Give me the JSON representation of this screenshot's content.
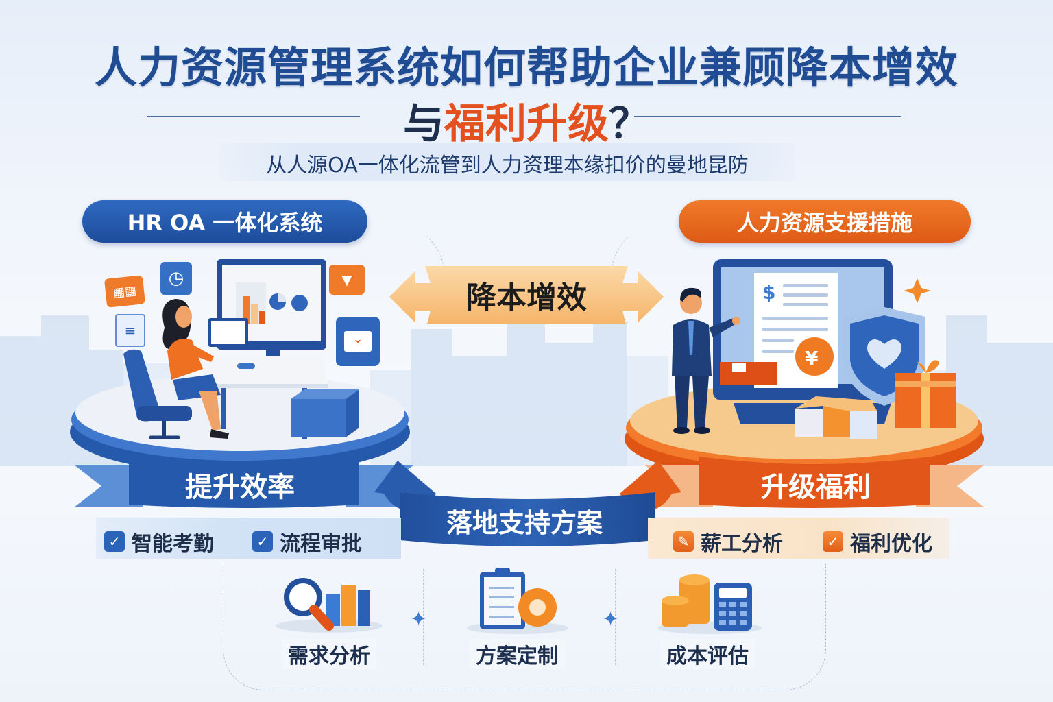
{
  "title": {
    "line1": "人力资源管理系统如何帮助企业兼顾降本增效",
    "line2_prefix": "与",
    "line2_accent": "福利升级",
    "line2_suffix": "？"
  },
  "subtitle": "从人源OA一体化流管到人力资理本缘扣价的曼地昆防",
  "left_panel": {
    "pill_label": "HR OA 一体化系统",
    "ribbon_label": "提升效率",
    "features": [
      {
        "label": "智能考勤",
        "icon": "checkbox-checked-icon"
      },
      {
        "label": "流程审批",
        "icon": "checkbox-checked-icon"
      }
    ],
    "illustration": "woman-at-desk-with-computer",
    "floating_icons": [
      "calendar-icon",
      "clock-icon",
      "document-icon",
      "bookmark-icon",
      "email-icon"
    ],
    "color": "#1f4f9e"
  },
  "right_panel": {
    "pill_label": "人力资源支援措施",
    "ribbon_label": "升级福利",
    "features": [
      {
        "label": "薪工分析",
        "icon": "edit-check-icon"
      },
      {
        "label": "福利优化",
        "icon": "checkbox-checked-icon"
      }
    ],
    "illustration": "businessman-presenting-with-laptop",
    "floating_icons": [
      "dollar-document-icon",
      "yuan-coin-icon",
      "shield-heart-icon",
      "gift-box-icon",
      "star-icon"
    ],
    "color": "#e45a1b"
  },
  "center": {
    "arrow_label": "降本增效",
    "bottom_banner_label": "落地支持方案"
  },
  "steps": [
    {
      "label": "需求分析",
      "icon": "magnifier-chart-icon"
    },
    {
      "label": "方案定制",
      "icon": "clipboard-gear-icon"
    },
    {
      "label": "成本评估",
      "icon": "coins-calculator-icon"
    }
  ],
  "colors": {
    "primary_blue": "#1f4c93",
    "accent_orange": "#e2511f",
    "background": "#eef3fa"
  }
}
